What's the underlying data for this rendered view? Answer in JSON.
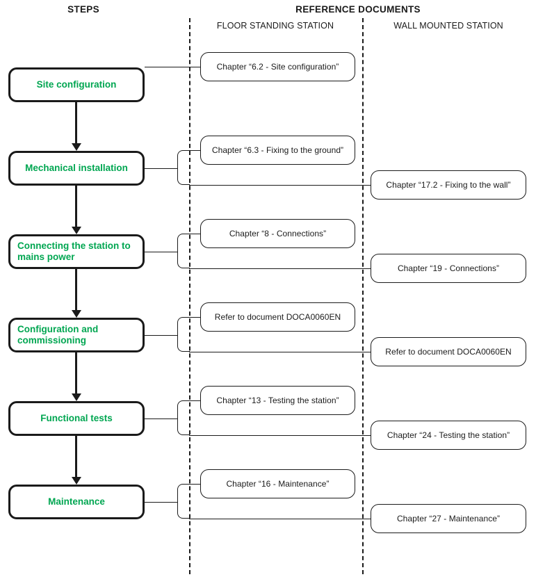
{
  "headers": {
    "steps": "STEPS",
    "reference_documents": "REFERENCE DOCUMENTS",
    "floor_standing": "FLOOR STANDING STATION",
    "wall_mounted": "WALL MOUNTED STATION"
  },
  "colors": {
    "step_text": "#00a651",
    "line": "#1a1a1a",
    "background": "#ffffff"
  },
  "rows": [
    {
      "step": "Site configuration",
      "multiline": false,
      "floor_doc": "Chapter “6.2 - Site configuration”",
      "wall_doc": null
    },
    {
      "step": "Mechanical installation",
      "multiline": false,
      "floor_doc": "Chapter “6.3 - Fixing to the ground”",
      "wall_doc": "Chapter “17.2 - Fixing to the wall”"
    },
    {
      "step": "Connecting the station to\nmains power",
      "multiline": true,
      "floor_doc": "Chapter “8 - Connections”",
      "wall_doc": "Chapter “19 - Connections”"
    },
    {
      "step": "Configuration and\ncommissioning",
      "multiline": true,
      "floor_doc": "Refer to document DOCA0060EN",
      "wall_doc": "Refer to document DOCA0060EN"
    },
    {
      "step": "Functional tests",
      "multiline": false,
      "floor_doc": "Chapter “13 - Testing the station”",
      "wall_doc": "Chapter “24 - Testing the station”"
    },
    {
      "step": "Maintenance",
      "multiline": false,
      "floor_doc": "Chapter “16 - Maintenance”",
      "wall_doc": "Chapter “27 - Maintenance”"
    }
  ]
}
